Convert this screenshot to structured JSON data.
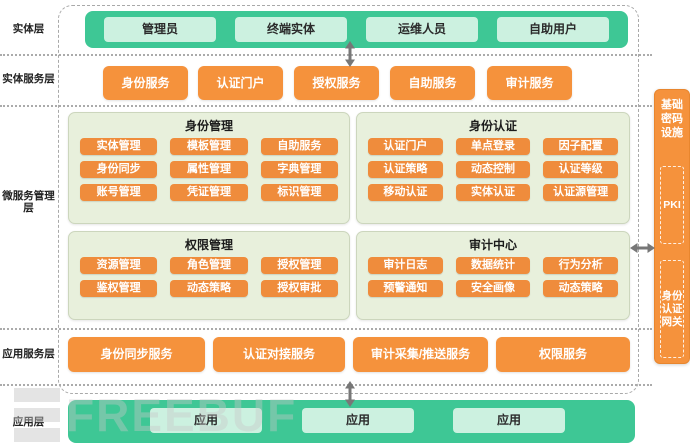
{
  "layers": {
    "entity": {
      "label": "实体层",
      "boxes": [
        "管理员",
        "终端实体",
        "运维人员",
        "自助用户"
      ]
    },
    "entity_service": {
      "label": "实体服务层",
      "boxes": [
        "身份服务",
        "认证门户",
        "授权服务",
        "自助服务",
        "审计服务"
      ]
    },
    "microservice": {
      "label": "微服务管理层",
      "panels": [
        {
          "title": "身份管理",
          "items": [
            "实体管理",
            "模板管理",
            "自助服务",
            "身份同步",
            "属性管理",
            "字典管理",
            "账号管理",
            "凭证管理",
            "标识管理"
          ]
        },
        {
          "title": "身份认证",
          "items": [
            "认证门户",
            "单点登录",
            "因子配置",
            "认证策略",
            "动态控制",
            "认证等级",
            "移动认证",
            "实体认证",
            "认证源管理"
          ]
        },
        {
          "title": "权限管理",
          "items": [
            "资源管理",
            "角色管理",
            "授权管理",
            "鉴权管理",
            "动态策略",
            "授权审批"
          ]
        },
        {
          "title": "审计中心",
          "items": [
            "审计日志",
            "数据统计",
            "行为分析",
            "预警通知",
            "安全画像",
            "动态策略"
          ]
        }
      ]
    },
    "app_service": {
      "label": "应用服务层",
      "boxes": [
        "身份同步服务",
        "认证对接服务",
        "审计采集/推送服务",
        "权限服务"
      ]
    },
    "app": {
      "label": "应用层",
      "boxes": [
        "应用",
        "应用",
        "应用"
      ]
    }
  },
  "right_column": {
    "title": "基础密码设施",
    "boxes": [
      "PKI",
      "身份认证网关"
    ]
  },
  "watermark": {
    "text": "FREEBUF"
  },
  "colors": {
    "green": "#3ec795",
    "light_green": "#ccf1e0",
    "orange": "#f5923c",
    "chip_orange": "#ef8c3c",
    "panel_bg": "#e8f0dc",
    "line_gray": "#ababab",
    "arrow_gray": "#777777"
  }
}
